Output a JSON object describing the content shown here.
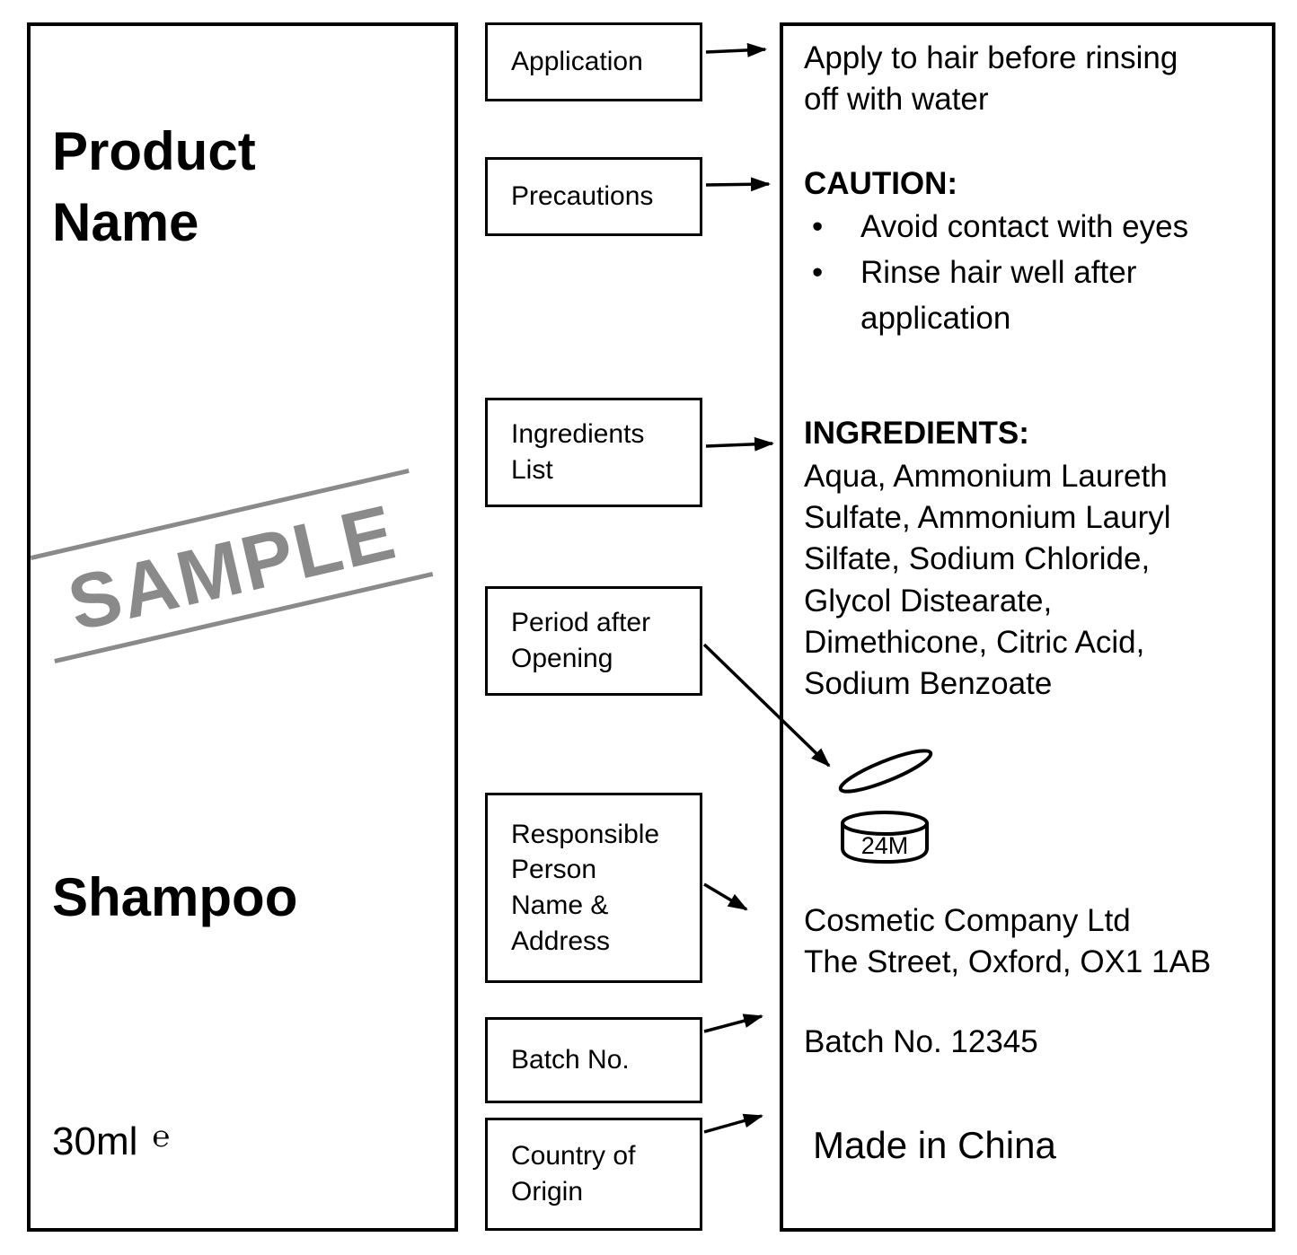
{
  "left_label": {
    "product_name": "Product\nName",
    "sample_watermark": "SAMPLE",
    "product_type": "Shampoo",
    "volume": "30ml",
    "estimated_sign": "℮"
  },
  "annotation_labels": [
    "Application",
    "Precautions",
    "Ingredients\nList",
    "Period after\nOpening",
    "Responsible\nPerson\nName &\nAddress",
    "Batch No.",
    "Country of\nOrigin"
  ],
  "right_label": {
    "application_text": "Apply to hair before rinsing\noff with water",
    "caution_heading": "CAUTION:",
    "bullet_char": "•",
    "caution_bullets": [
      "Avoid contact with eyes",
      "Rinse hair well after\napplication"
    ],
    "ingredients_heading": "INGREDIENTS:",
    "ingredients_text": "Aqua, Ammonium Laureth\nSulfate, Ammonium Lauryl\nSilfate, Sodium Chloride,\nGlycol Distearate,\nDimethicone, Citric Acid,\nSodium Benzoate",
    "pao_label": "24M",
    "company_name": "Cosmetic Company Ltd",
    "company_address": "The Street, Oxford, OX1 1AB",
    "batch_text": "Batch No. 12345",
    "origin_text": "Made in China"
  }
}
